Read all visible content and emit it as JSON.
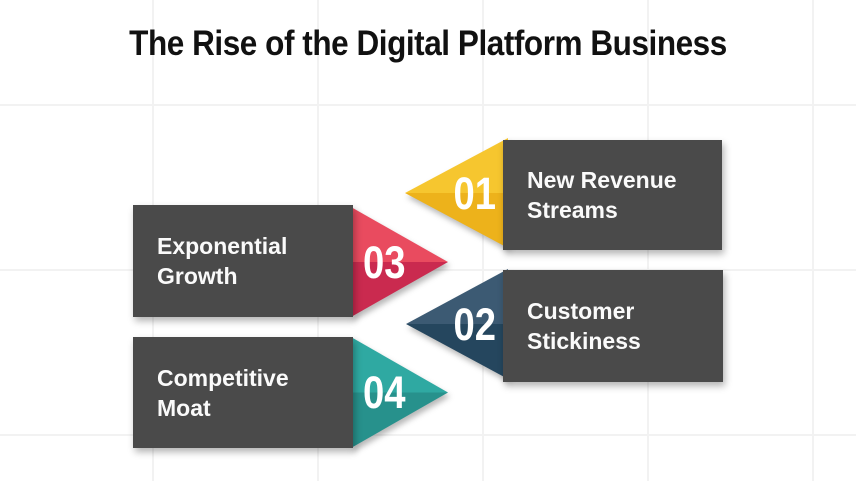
{
  "title": "The Rise of the Digital Platform Business",
  "canvas": {
    "background_color": "#ffffff",
    "grid_color": "#f2f2f2",
    "box_color": "#4a4a4a",
    "label_text_color": "#fafafa",
    "number_text_color": "#ffffff",
    "title_color": "#111111"
  },
  "items": [
    {
      "number": "01",
      "label": "New Revenue Streams",
      "arrow_direction": "left",
      "box_side": "right",
      "color_top": "#f6c62f",
      "color_bottom": "#edb21b"
    },
    {
      "number": "02",
      "label": "Customer Stickiness",
      "arrow_direction": "left",
      "box_side": "right",
      "color_top": "#3c5a73",
      "color_bottom": "#25465e"
    },
    {
      "number": "03",
      "label": "Exponential Growth",
      "arrow_direction": "right",
      "box_side": "left",
      "color_top": "#e94b5f",
      "color_bottom": "#ca2a4f"
    },
    {
      "number": "04",
      "label": "Competitive Moat",
      "arrow_direction": "right",
      "box_side": "left",
      "color_top": "#2fa9a2",
      "color_bottom": "#27918c"
    }
  ]
}
